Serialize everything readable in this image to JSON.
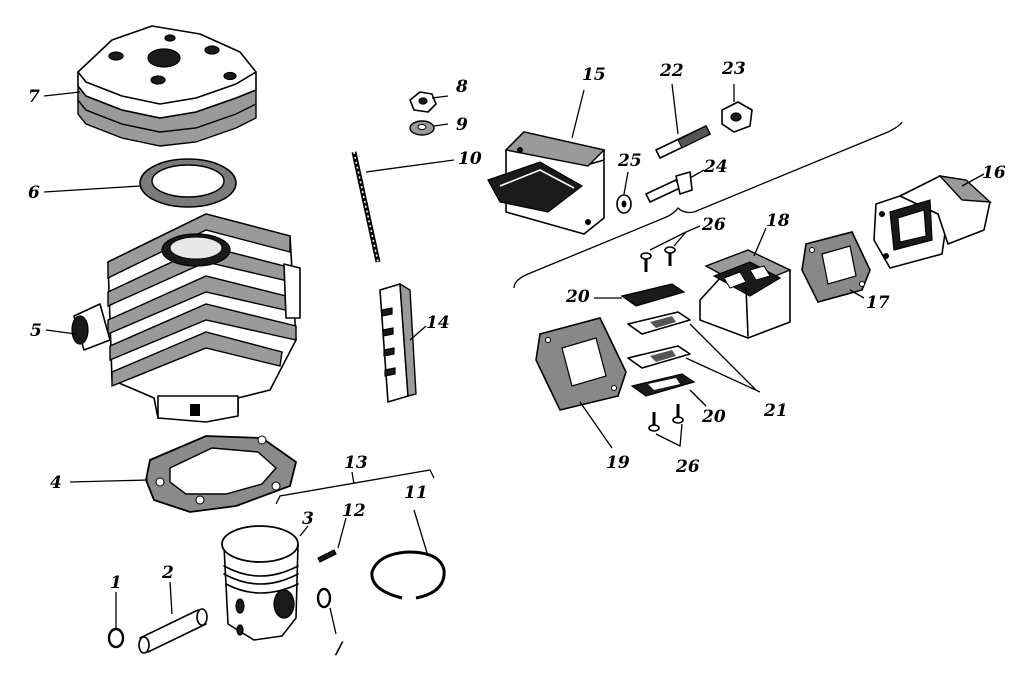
{
  "labels": {
    "l1": "1",
    "l2": "2",
    "l3": "3",
    "l4": "4",
    "l5": "5",
    "l6": "6",
    "l7": "7",
    "l8": "8",
    "l9": "9",
    "l10": "10",
    "l11": "11",
    "l12": "12",
    "l13": "13",
    "l14": "14",
    "l15": "15",
    "l16": "16",
    "l17": "17",
    "l18": "18",
    "l19": "19",
    "l20a": "20",
    "l20b": "20",
    "l21": "21",
    "l22": "22",
    "l23": "23",
    "l24": "24",
    "l25": "25",
    "l26a": "26",
    "l26b": "26",
    "l1b": "/"
  }
}
